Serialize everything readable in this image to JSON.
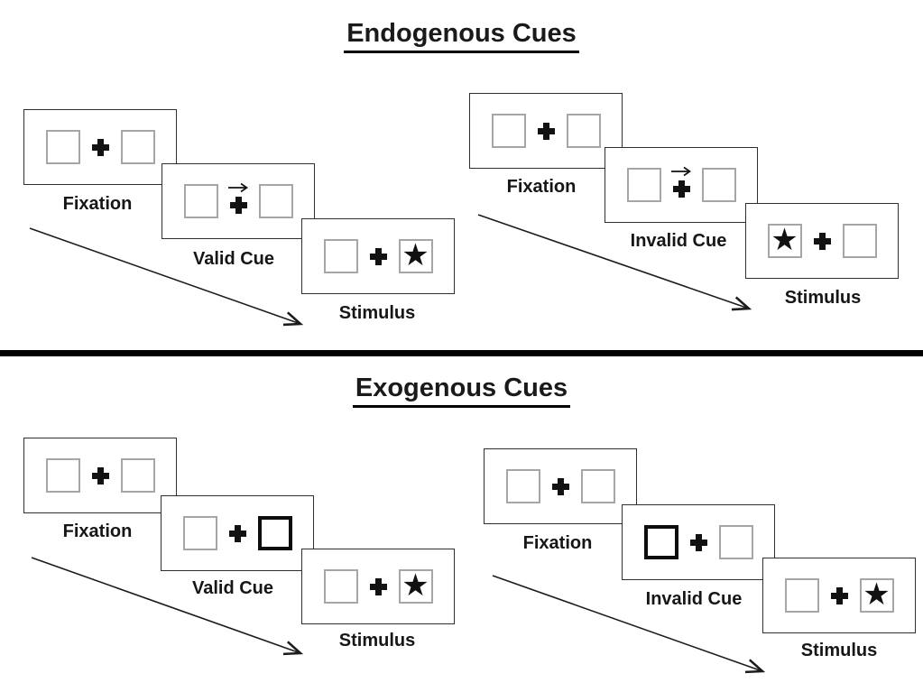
{
  "colors": {
    "background": "#ffffff",
    "ink": "#111111",
    "panel_border": "#2e2e2e",
    "placeholder_box_border": "#a6a6a6",
    "peripheral_cue_border": "#0d0d0d",
    "divider": "#000000"
  },
  "glyphs": {
    "star": "★"
  },
  "sections": {
    "endogenous": {
      "title": "Endogenous Cues",
      "valid": {
        "fixation": "Fixation",
        "cue": "Valid Cue",
        "stimulus": "Stimulus",
        "cue_type": "central-arrow-right",
        "stimulus_side": "right"
      },
      "invalid": {
        "fixation": "Fixation",
        "cue": "Invalid Cue",
        "stimulus": "Stimulus",
        "cue_type": "central-arrow-right",
        "stimulus_side": "left"
      }
    },
    "exogenous": {
      "title": "Exogenous Cues",
      "valid": {
        "fixation": "Fixation",
        "cue": "Valid Cue",
        "stimulus": "Stimulus",
        "cue_type": "peripheral-box-right",
        "stimulus_side": "right"
      },
      "invalid": {
        "fixation": "Fixation",
        "cue": "Invalid Cue",
        "stimulus": "Stimulus",
        "cue_type": "peripheral-box-left",
        "stimulus_side": "right"
      }
    }
  }
}
